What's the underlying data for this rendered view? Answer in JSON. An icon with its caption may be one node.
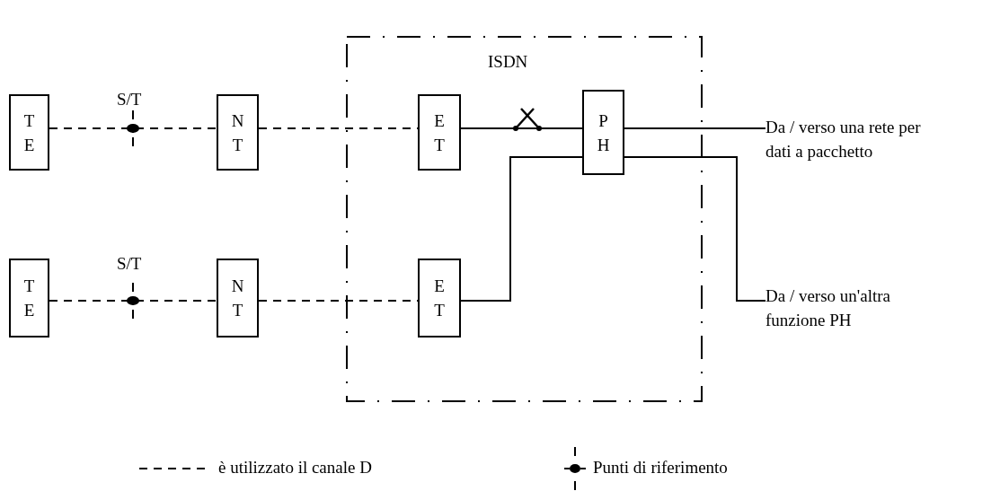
{
  "diagram": {
    "nodes": [
      {
        "text": [
          "ISDN"
        ]
      },
      {
        "text": [
          "TE"
        ]
      },
      {
        "text": [
          "NT"
        ]
      },
      {
        "text": [
          "ET"
        ],
        "in": 0
      },
      {
        "text": [
          "PH"
        ],
        "in": 0
      },
      {
        "text": [
          "TE"
        ]
      },
      {
        "text": [
          "NT"
        ]
      },
      {
        "text": [
          "ET"
        ],
        "in": 0
      },
      {
        "text": [
          "Da / verso una rete per dati a pacchetto"
        ]
      },
      {
        "text": [
          "Da / verso un'altra funzione PH"
        ]
      }
    ],
    "edges": [
      {
        "from": 1,
        "to": 2,
        "arrow": "none",
        "style": "dashed"
      },
      {
        "from": 2,
        "to": 3,
        "arrow": "none",
        "style": "dashed"
      },
      {
        "from": 3,
        "to": 4,
        "arrow": "none"
      },
      {
        "from": 4,
        "to": 8,
        "arrow": "none"
      },
      {
        "from": 4,
        "to": 9,
        "arrow": "none"
      },
      {
        "from": 5,
        "to": 6,
        "arrow": "none",
        "style": "dashed"
      },
      {
        "from": 6,
        "to": 7,
        "arrow": "none",
        "style": "dashed"
      },
      {
        "from": 7,
        "to": 4,
        "arrow": "none"
      }
    ],
    "labels": [
      "S/T",
      "S/T"
    ],
    "legend": [
      {
        "text": "è utilizzato il canale D"
      },
      {
        "text": "Punti di riferimento"
      }
    ]
  }
}
